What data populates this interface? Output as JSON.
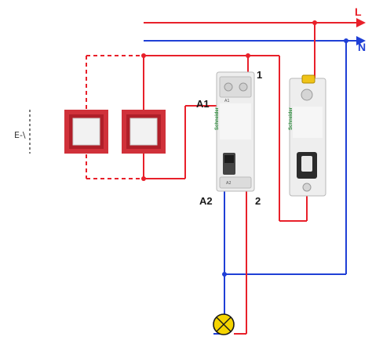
{
  "labels": {
    "line": "L",
    "neutral": "N",
    "terminal_a1": "A1",
    "terminal_a2": "A2",
    "terminal_1": "1",
    "terminal_2": "2",
    "switch_symbol": "E-\\"
  },
  "devices": {
    "relay_brand": "Schneider",
    "breaker_brand": "Schneider",
    "relay_terminal_a1": "A1",
    "relay_terminal_a2": "A2"
  },
  "colors": {
    "line_wire": "#e8202a",
    "neutral_wire": "#1f3fd6",
    "pushbutton_frame": "#d0313a",
    "lamp": "#f5d400",
    "module_body": "#eeeeee",
    "brand_green": "#2a8a3a"
  },
  "components": {
    "pushbuttons": 2,
    "lamp_icon": "lamp-icon",
    "switch_icon": "switch-symbol"
  }
}
